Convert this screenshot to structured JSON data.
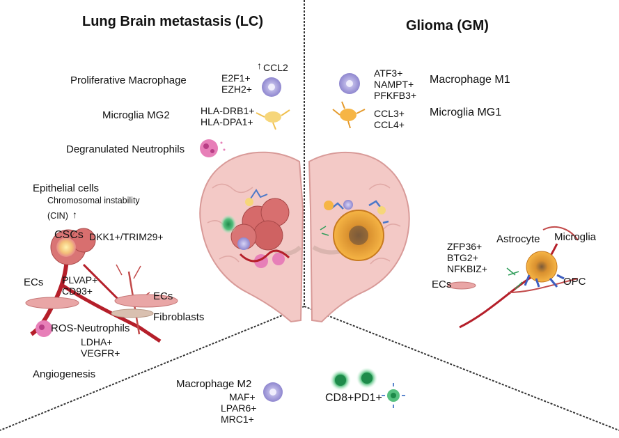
{
  "titles": {
    "left": "Lung Brain metastasis (LC)",
    "right": "Glioma (GM)"
  },
  "lc": {
    "prolif_macrophage": "Proliferative Macrophage",
    "prolif_markers": [
      "E2F1+",
      "EZH2+"
    ],
    "ccl2": "CCL2",
    "microglia_mg2": "Microglia MG2",
    "mg2_markers": [
      "HLA-DRB1+",
      "HLA-DPA1+"
    ],
    "degranulated_neutrophils": "Degranulated Neutrophils",
    "epithelial_cells": "Epithelial cells",
    "chromosomal_instability": "Chromosomal instability",
    "cin": "(CIN)",
    "cscs": "CSCs",
    "csc_markers": "DKK1+/TRIM29+",
    "ecs_left": "ECs",
    "ec_markers": [
      "PLVAP+",
      "CD93+"
    ],
    "ecs_right": "ECs",
    "fibroblasts": "Fibroblasts",
    "ros_neutrophils": "ROS-Neutrophils",
    "ros_markers": [
      "LDHA+",
      "VEGFR+"
    ],
    "angiogenesis": "Angiogenesis"
  },
  "gm": {
    "m1_markers": [
      "ATF3+",
      "NAMPT+",
      "PFKFB3+"
    ],
    "macrophage_m1": "Macrophage M1",
    "mg1_markers": [
      "CCL3+",
      "CCL4+"
    ],
    "microglia_mg1": "Microglia MG1",
    "astrocyte": "Astrocyte",
    "microglia": "Microglia",
    "niche_markers": [
      "ZFP36+",
      "BTG2+",
      "NFKBIZ+"
    ],
    "ecs": "ECs",
    "opc": "OPC"
  },
  "shared": {
    "macrophage_m2": "Macrophage M2",
    "m2_markers": [
      "MAF+",
      "LPAR6+",
      "MRC1+"
    ],
    "cd8_pd1": "CD8+PD1+"
  },
  "colors": {
    "brain_fill": "#f3c9c6",
    "brain_stroke": "#d89a98",
    "vessel": "#b51f2a",
    "macrophage": "#a9a3dc",
    "microglia": "#f6d67a",
    "tumor_gm": "#f2a23a",
    "tumor_lc": "#d66a6a",
    "neutrophil": "#e77fb8",
    "tcell": "#2f9d5a"
  }
}
